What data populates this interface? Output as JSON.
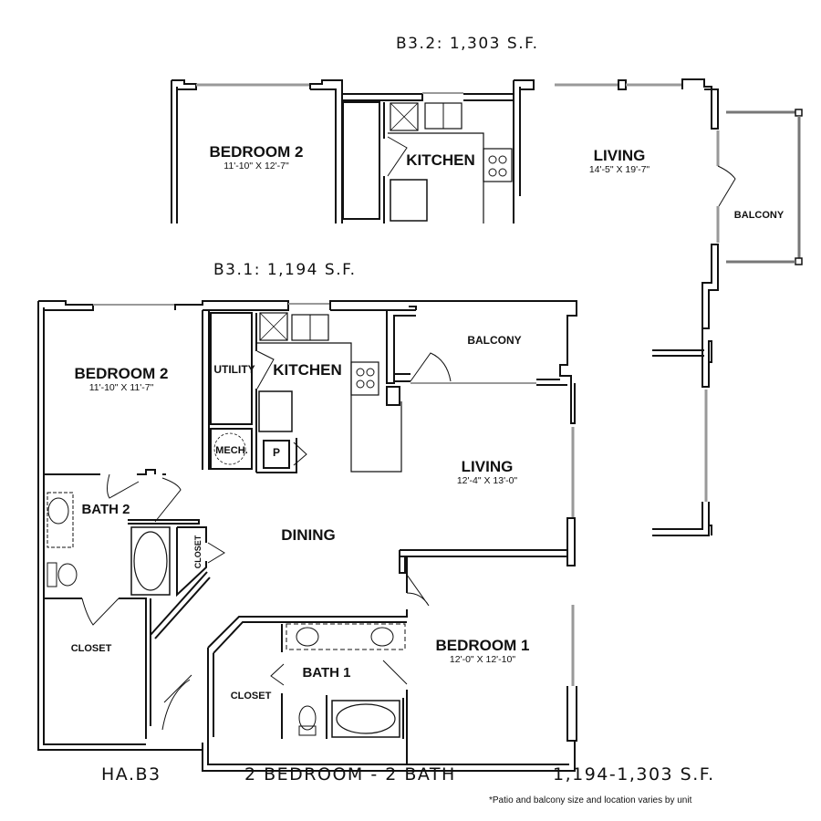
{
  "plan_b32": {
    "title": "B3.2: 1,303 S.F.",
    "rooms": {
      "bedroom2": {
        "name": "BEDROOM 2",
        "dim": "11'-10\" X 12'-7\""
      },
      "kitchen": {
        "name": "KITCHEN"
      },
      "living": {
        "name": "LIVING",
        "dim": "14'-5\" X 19'-7\""
      },
      "balcony": {
        "name": "BALCONY"
      }
    }
  },
  "plan_b31": {
    "title": "B3.1: 1,194 S.F.",
    "rooms": {
      "bedroom2": {
        "name": "BEDROOM 2",
        "dim": "11'-10\" X 11'-7\""
      },
      "utility": {
        "name": "UTILITY"
      },
      "kitchen": {
        "name": "KITCHEN"
      },
      "mech": {
        "name": "MECH."
      },
      "pantry": {
        "name": "P"
      },
      "balcony": {
        "name": "BALCONY"
      },
      "living": {
        "name": "LIVING",
        "dim": "12'-4\" X 13'-0\""
      },
      "bath2": {
        "name": "BATH 2"
      },
      "hall_closet": {
        "name": "CLOSET"
      },
      "dining": {
        "name": "DINING"
      },
      "closet_bed2": {
        "name": "CLOSET"
      },
      "closet_bath1": {
        "name": "CLOSET"
      },
      "bath1": {
        "name": "BATH 1"
      },
      "bedroom1": {
        "name": "BEDROOM 1",
        "dim": "12'-0\" X 12'-10\""
      }
    }
  },
  "footer": {
    "unit_code": "HA.B3",
    "unit_type": "2 BEDROOM - 2 BATH",
    "area_range": "1,194-1,303 S.F.",
    "note": "*Patio and balcony size and location varies by unit"
  },
  "colors": {
    "wall": "#111111",
    "fixture": "#444444",
    "window": "#999999",
    "background": "#ffffff"
  }
}
